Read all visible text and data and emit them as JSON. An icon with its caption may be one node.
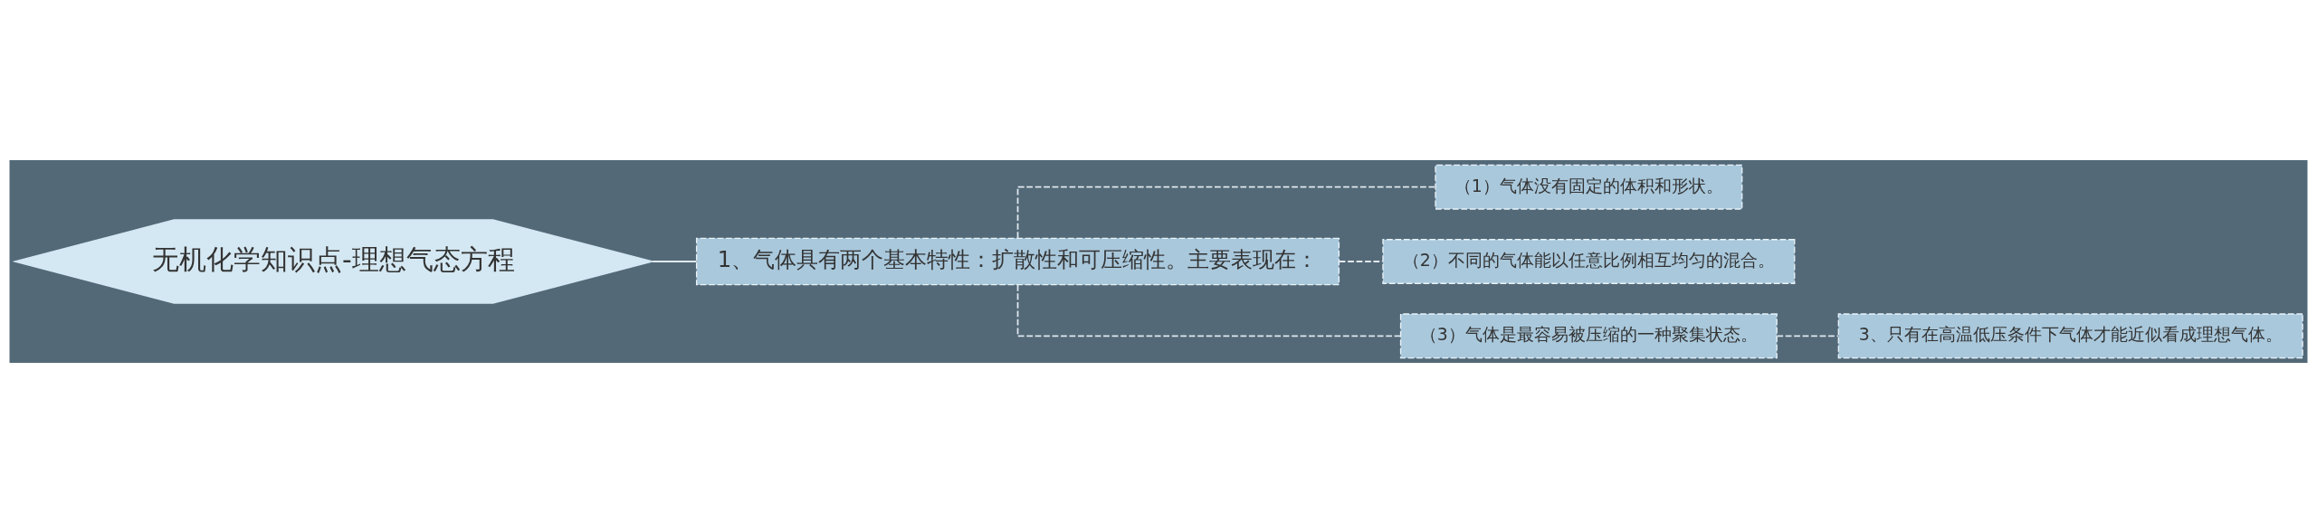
{
  "diagram": {
    "nodes": [
      {
        "text": [
          "无机化学知识点-理想气态方程"
        ]
      },
      {
        "text": [
          "1、气体具有两个基本特性：扩散性和可压缩性。主要表现在："
        ]
      },
      {
        "text": [
          "（1）气体没有固定的体积和形状。"
        ]
      },
      {
        "text": [
          "（2）不同的气体能以任意比例相互均匀的混合。"
        ]
      },
      {
        "text": [
          "（3）气体是最容易被压缩的一种聚集状态。"
        ]
      },
      {
        "text": [
          "3、只有在高温低压条件下气体才能近似看成理想气体。"
        ]
      }
    ],
    "edges": [
      {
        "from": 0,
        "to": 1,
        "arrow": "none"
      },
      {
        "from": 1,
        "to": 2,
        "arrow": "none",
        "style": "dashed"
      },
      {
        "from": 1,
        "to": 3,
        "arrow": "none",
        "style": "dashed"
      },
      {
        "from": 1,
        "to": 4,
        "arrow": "none",
        "style": "dashed"
      },
      {
        "from": 4,
        "to": 5,
        "arrow": "none",
        "style": "dashed"
      }
    ]
  }
}
